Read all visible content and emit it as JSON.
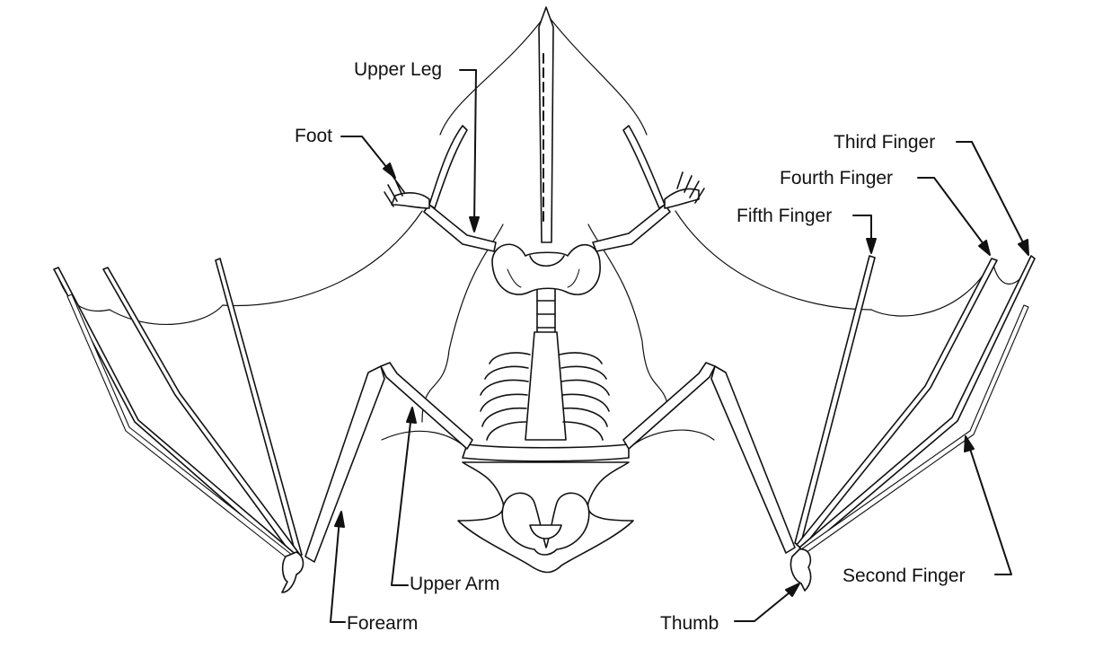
{
  "labels": {
    "upper_leg": "Upper Leg",
    "foot": "Foot",
    "third_finger": "Third Finger",
    "fourth_finger": "Fourth Finger",
    "fifth_finger": "Fifth Finger",
    "upper_arm": "Upper Arm",
    "forearm": "Forearm",
    "thumb": "Thumb",
    "second_finger": "Second Finger"
  },
  "colors": {
    "ink": "#111111",
    "bone_fill": "#ffffff",
    "background": "#ffffff"
  }
}
